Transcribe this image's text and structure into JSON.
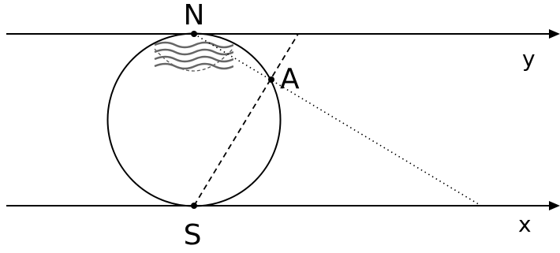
{
  "labels": {
    "north": "N",
    "south": "S",
    "point_a": "A",
    "x_axis": "x",
    "y_axis": "y"
  },
  "colors": {
    "ink": "#000000",
    "wave": "#666666",
    "background": "#ffffff"
  },
  "icons": {
    "arrowhead": "arrow-right-icon",
    "waves": "wave-icon"
  }
}
